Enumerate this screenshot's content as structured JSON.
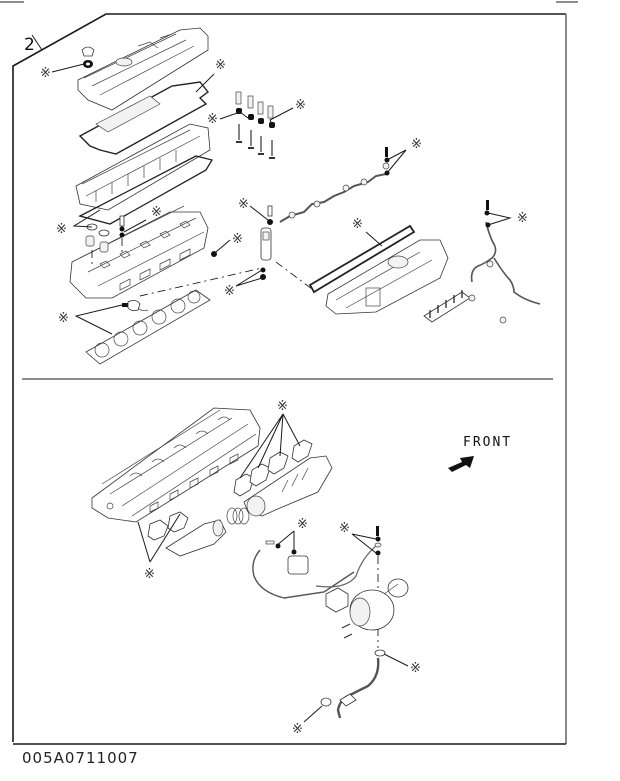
{
  "diagram": {
    "reference_number": "2",
    "direction_label": "FRONT",
    "drawing_code": "005A0711007",
    "marker_symbol": "※",
    "sections": [
      {
        "name": "upper",
        "parts": [
          "oil-filler-cap",
          "cap-seal",
          "rocker-cover",
          "rocker-cover-gasket",
          "valve-stem-seals",
          "valves",
          "valve-springs",
          "rocker-housing",
          "housing-gasket",
          "cylinder-head",
          "glow-plug-seals",
          "head-bolt-washer",
          "thermostat-seal",
          "cylinder-head-gasket",
          "injector",
          "injector-seals",
          "fuel-leak-off-pipe",
          "leak-off-washers",
          "intake-manifold-gasket",
          "intake-manifold",
          "fuel-rail",
          "fuel-pipe",
          "fuel-pipe-washers"
        ]
      },
      {
        "name": "lower",
        "parts": [
          "cylinder-head",
          "exhaust-manifold-gaskets",
          "exhaust-manifold",
          "egr-gaskets",
          "egr-pipe",
          "seal-rings",
          "egr-cooler-washers",
          "egr-valve",
          "turbo-oil-feed-washers",
          "turbocharger",
          "turbo-flange-gasket",
          "oil-return-gasket",
          "oil-return-pipe",
          "oil-return-lower-gasket"
        ]
      }
    ]
  }
}
